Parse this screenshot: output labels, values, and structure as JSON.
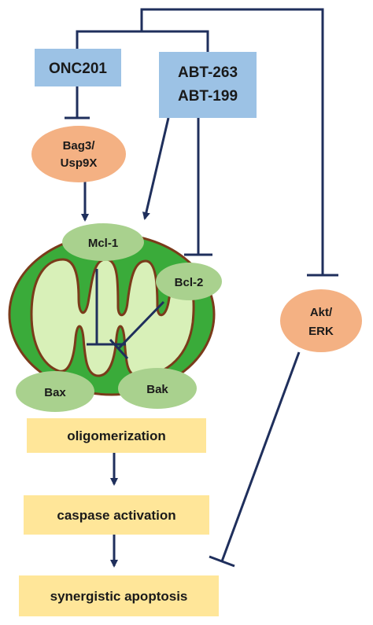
{
  "drugs": {
    "onc201": "ONC201",
    "abt263": "ABT-263",
    "abt199": "ABT-199"
  },
  "proteins": {
    "bag3": "Bag3/",
    "usp9x": "Usp9X",
    "mcl1": "Mcl-1",
    "bcl2": "Bcl-2",
    "bax": "Bax",
    "bak": "Bak",
    "akt": "Akt/",
    "erk": "ERK"
  },
  "steps": {
    "oligomerization": "oligomerization",
    "caspase": "caspase activation",
    "apoptosis": "synergistic apoptosis"
  },
  "colors": {
    "drug_box": "#9cc2e5",
    "protein_orange": "#f4b183",
    "protein_green": "#a9d18e",
    "step_box": "#ffe699",
    "arrow": "#1f2f5c",
    "mito_outer": "#3aab3a",
    "mito_inner": "#d8f0b8",
    "mito_border": "#7a3b1a"
  }
}
